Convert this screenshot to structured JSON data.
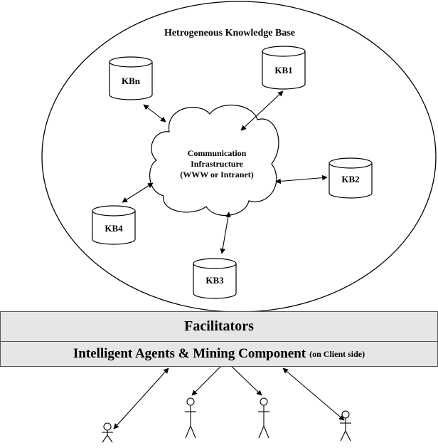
{
  "knowledge_base": {
    "title": "Hetrogeneous Knowledge Base",
    "nodes": [
      "KBn",
      "KB1",
      "KB2",
      "KB3",
      "KB4"
    ],
    "cloud_lines": [
      "Communication",
      "Infrastructure",
      "(WWW or Intranet)"
    ]
  },
  "layers": {
    "facilitators": "Facilitators",
    "agents_main": "Intelligent Agents & Mining Component",
    "agents_note": "(on Client side)"
  },
  "colors": {
    "panel": "#e6e6e6",
    "stroke": "#000000"
  }
}
